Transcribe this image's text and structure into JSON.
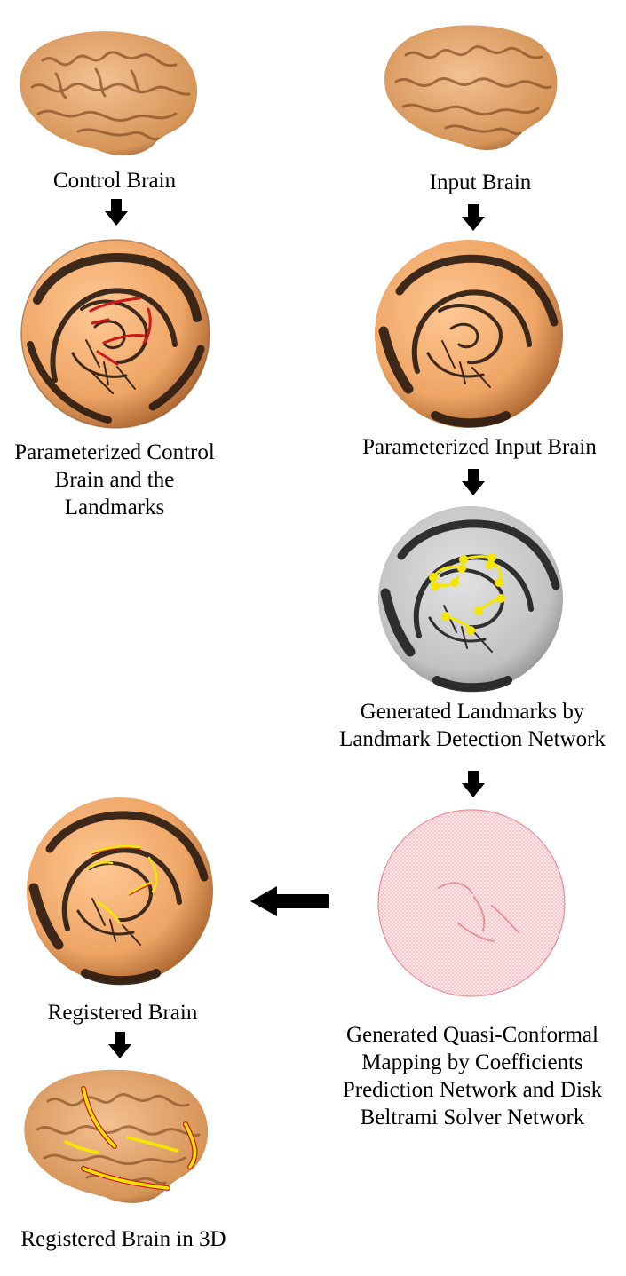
{
  "labels": {
    "control_brain": "Control Brain",
    "input_brain": "Input Brain",
    "param_control": [
      "Parameterized Control",
      "Brain and the",
      "Landmarks"
    ],
    "param_input": "Parameterized Input Brain",
    "generated_landmarks": [
      "Generated Landmarks by",
      "Landmark Detection Network"
    ],
    "generated_mapping": [
      "Generated Quasi-Conformal",
      "Mapping by Coefficients",
      "Prediction Network and Disk",
      "Beltrami Solver Network"
    ],
    "registered_brain": "Registered Brain",
    "registered_3d": "Registered Brain in 3D"
  },
  "colors": {
    "cortex": "#e8a86e",
    "cortex_dark": "#7a4a2a",
    "sulcus": "#2a1a10",
    "landmark_red": "#cc1a1a",
    "landmark_yellow": "#f5e600",
    "disk_gray": "#c8c8c8",
    "mesh_pink": "#f2a0a8",
    "arrow": "#000000"
  },
  "icons": {
    "arrow_down": "arrow-down-icon",
    "arrow_left": "arrow-left-icon"
  }
}
